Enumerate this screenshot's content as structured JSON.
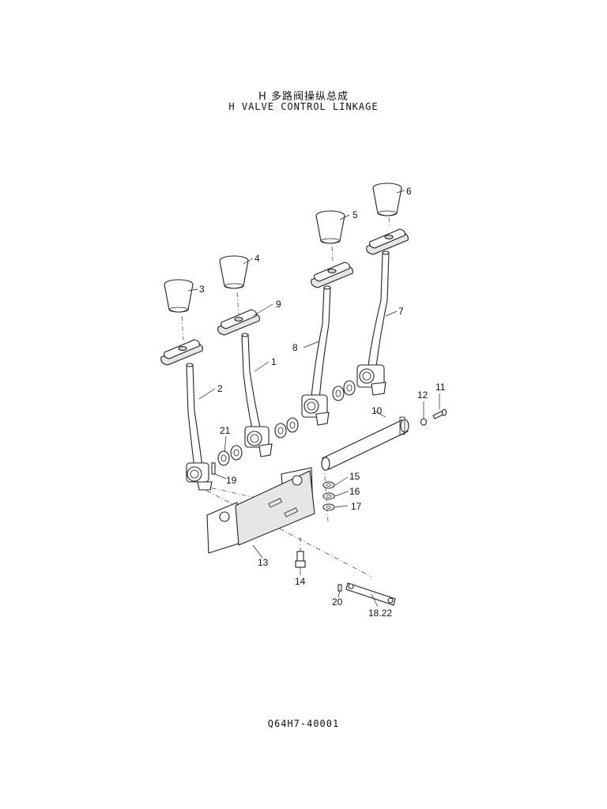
{
  "title_cn": "H  多路阀操纵总成",
  "title_en": "H VALVE CONTROL LINKAGE",
  "footer_code": "Q64H7-40001",
  "callouts": {
    "c1": "1",
    "c2": "2",
    "c3": "3",
    "c4": "4",
    "c5": "5",
    "c6": "6",
    "c7": "7",
    "c8": "8",
    "c9": "9",
    "c10": "10",
    "c11": "11",
    "c12": "12",
    "c13": "13",
    "c14": "14",
    "c15": "15",
    "c16": "16",
    "c17": "17",
    "c18": "18.22",
    "c19": "19",
    "c20": "20",
    "c21": "21"
  }
}
